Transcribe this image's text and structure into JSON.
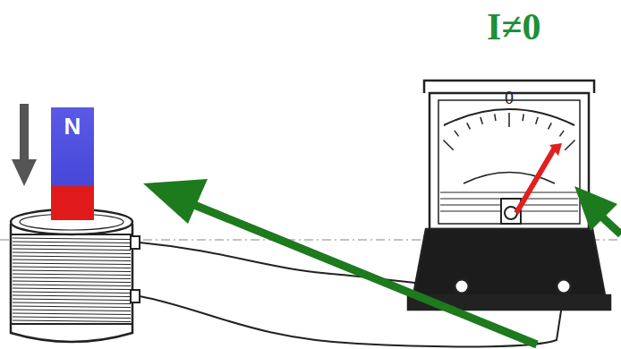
{
  "diagram": {
    "nodes": [
      {
        "text": [
          "N"
        ]
      }
    ],
    "labels": [
      "I≠0",
      "0"
    ]
  }
}
